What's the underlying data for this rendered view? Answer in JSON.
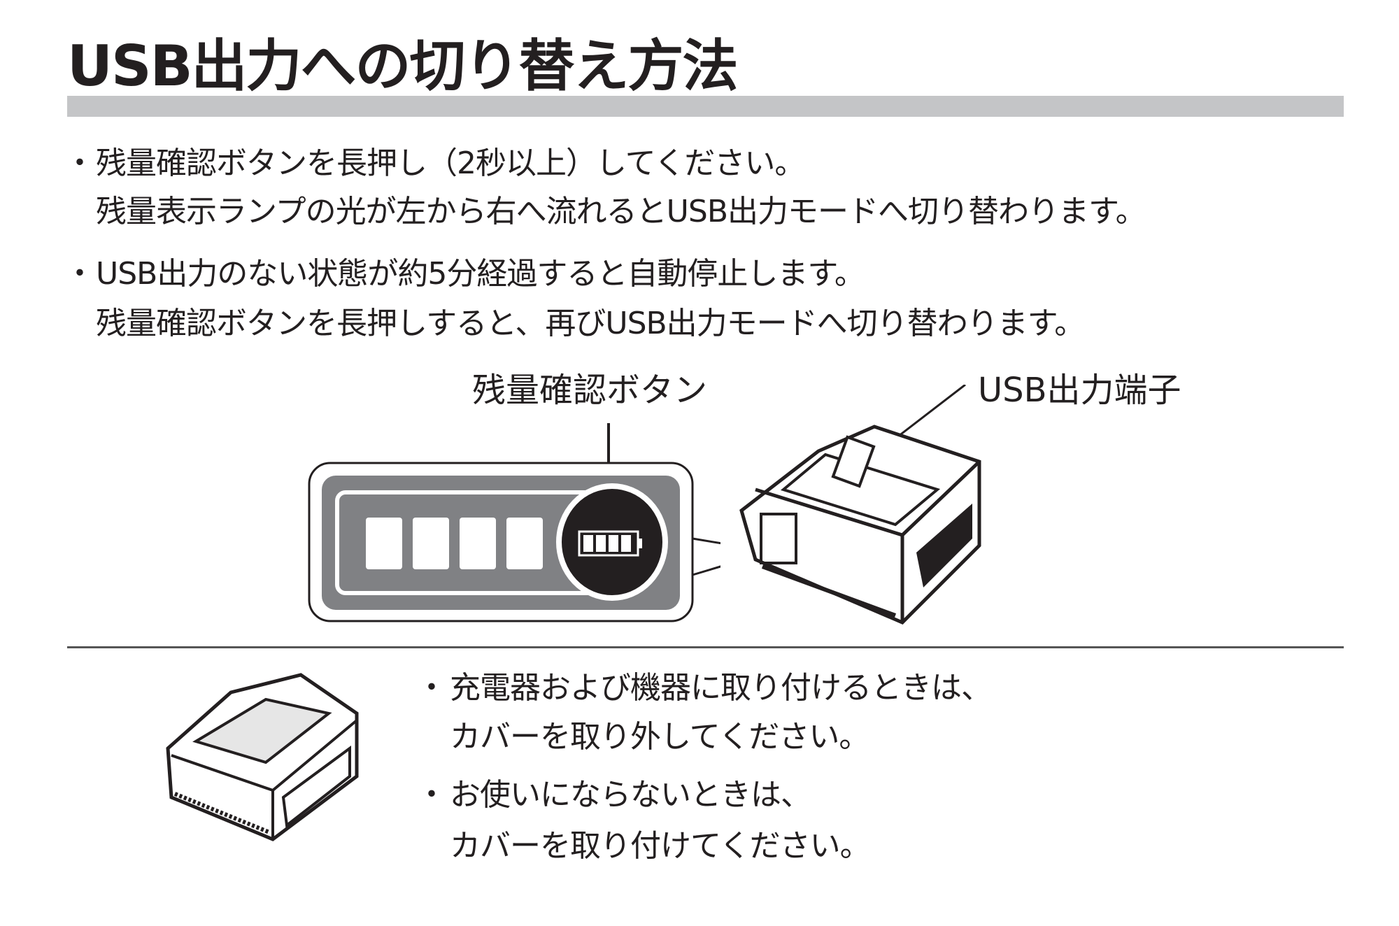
{
  "title": "USB出力への切り替え方法",
  "section1": {
    "bullets": [
      {
        "lines": [
          "残量確認ボタンを長押し（2秒以上）してください。",
          "残量表示ランプの光が左から右へ流れるとUSB出力モードへ切り替わります。"
        ]
      },
      {
        "lines": [
          "USB出力のない状態が約5分経過すると自動停止します。",
          "残量確認ボタンを長押しすると、再びUSB出力モードへ切り替わります。"
        ]
      }
    ],
    "figure_labels": {
      "button": "残量確認ボタン",
      "usb_port": "USB出力端子"
    }
  },
  "section2": {
    "bullets": [
      {
        "lines": [
          "充電器および機器に取り付けるときは、",
          "カバーを取り外してください。"
        ]
      },
      {
        "lines": [
          "お使いにならないときは、",
          "カバーを取り付けてください。"
        ]
      }
    ]
  },
  "bullet_mark": "・"
}
